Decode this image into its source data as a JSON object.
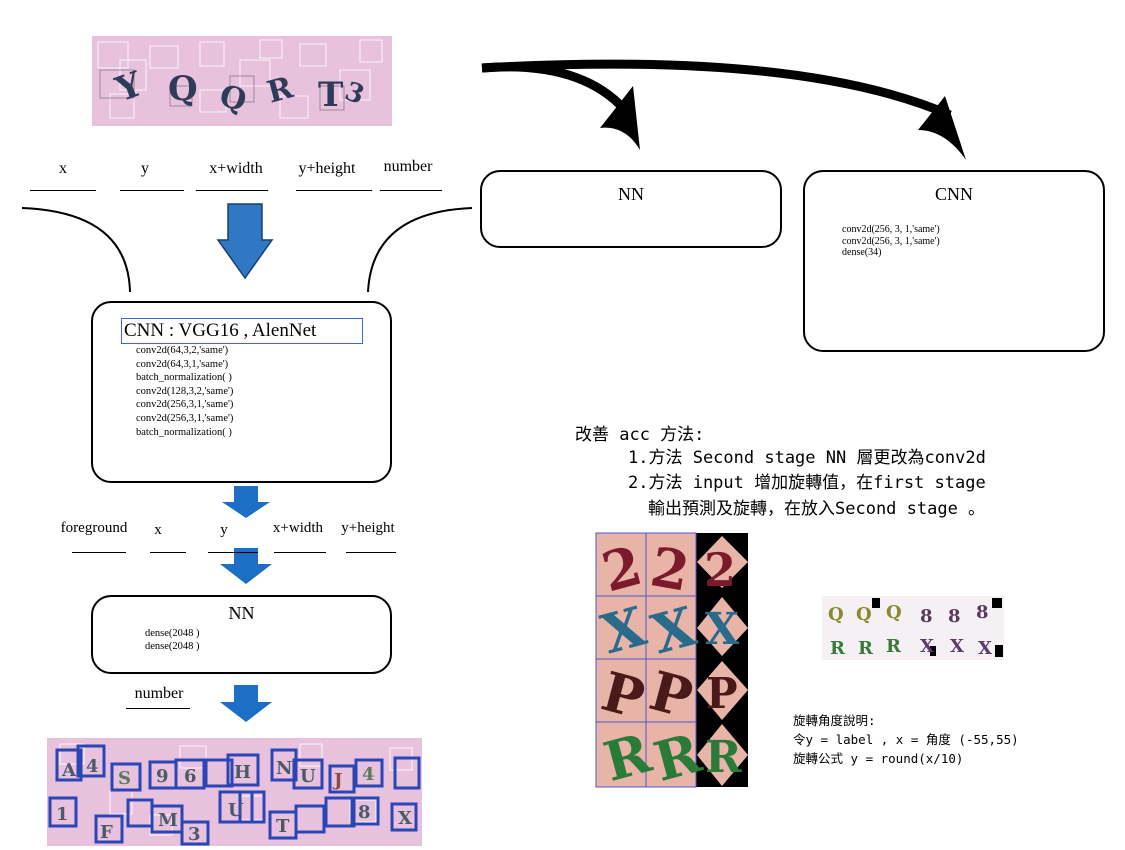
{
  "inputs": {
    "labels": [
      "x",
      "y",
      "x+width",
      "y+height",
      "number"
    ]
  },
  "top_nn": {
    "title": "NN"
  },
  "top_cnn": {
    "title": "CNN",
    "layers": [
      "conv2d(256, 3, 1,'same')",
      "conv2d(256, 3, 1,'same')",
      "dense(34)"
    ]
  },
  "cnn_main": {
    "title": "CNN : VGG16 , AlenNet",
    "layers": [
      "conv2d(64,3,2,'same')",
      "conv2d(64,3,1,'same')",
      "batch_normalization( )",
      "conv2d(128,3,2,'same')",
      "conv2d(256,3,1,'same')",
      "conv2d(256,3,1,'same')",
      "batch_normalization( )"
    ]
  },
  "mid": {
    "labels": [
      "foreground",
      "x",
      "y",
      "x+width",
      "y+height"
    ]
  },
  "nn_bottom": {
    "title": "NN",
    "layers": [
      "dense(2048 )",
      "dense(2048 )"
    ],
    "output": "number"
  },
  "notes": {
    "heading": "改善 acc 方法:",
    "item1": "1.方法 Second stage NN 層更改為conv2d",
    "item2a": "2.方法 input 增加旋轉值，在first stage",
    "item2b": "輸出預測及旋轉，在放入Second stage 。"
  },
  "rotation": {
    "heading": "旋轉角度說明:",
    "line1": "令y = label , x = 角度 (-55,55)",
    "line2": "旋轉公式 y = round(x/10)"
  },
  "captcha_top": {
    "chars": [
      "Y",
      "Q",
      "Q",
      "R",
      "T",
      "3"
    ]
  },
  "captcha_bottom": {
    "chars": [
      "A",
      "4",
      "S",
      "9",
      "6",
      "H",
      "N",
      "U",
      "J",
      "4",
      "1",
      "F",
      "M",
      "3",
      "U",
      "T",
      "8",
      "X"
    ]
  },
  "grid_chars": [
    "2",
    "2",
    "2",
    "X",
    "X",
    "X",
    "P",
    "P",
    "P",
    "R",
    "R",
    "R"
  ],
  "aug_chars": [
    "Q",
    "Q",
    "Q",
    "8",
    "8",
    "8",
    "R",
    "R",
    "R",
    "X",
    "X",
    "X"
  ]
}
